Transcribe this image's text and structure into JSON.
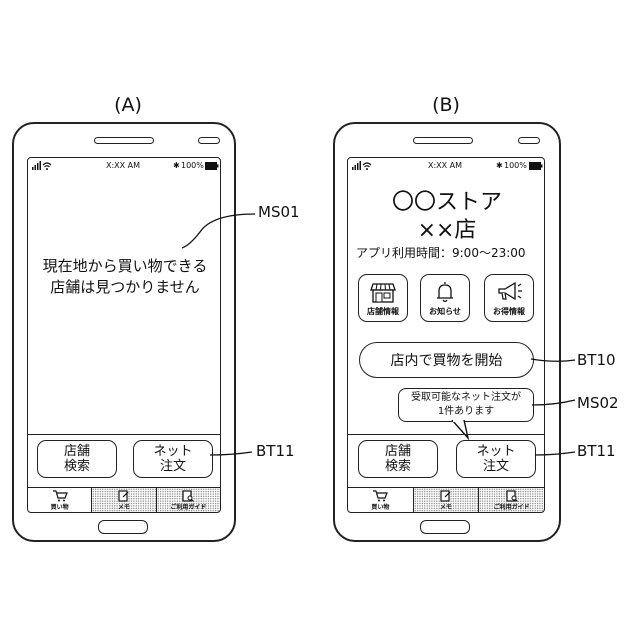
{
  "panel_a": {
    "label": "(A)",
    "status": {
      "time": "X:XX AM",
      "battery": "100%"
    },
    "message": [
      "現在地から買い物できる",
      "店舗は見つかりません"
    ],
    "buttons": {
      "store_search": [
        "店舗",
        "検索"
      ],
      "net_order": [
        "ネット",
        "注文"
      ]
    },
    "tabs": [
      "買い物",
      "メモ",
      "ご利用ガイド"
    ]
  },
  "panel_b": {
    "label": "(B)",
    "status": {
      "time": "X:XX AM",
      "battery": "100%"
    },
    "store_name": [
      "〇〇ストア",
      "××店"
    ],
    "hours": "アプリ利用時間：9:00〜23:00",
    "icon_buttons": [
      "店舗情報",
      "お知らせ",
      "お得情報"
    ],
    "start_button": "店内で買物を開始",
    "bubble": [
      "受取可能なネット注文が",
      "1件あります"
    ],
    "buttons": {
      "store_search": [
        "店舗",
        "検索"
      ],
      "net_order": [
        "ネット",
        "注文"
      ]
    },
    "tabs": [
      "買い物",
      "メモ",
      "ご利用ガイド"
    ]
  },
  "callouts": {
    "ms01": "MS01",
    "bt11_a": "BT11",
    "bt10": "BT10",
    "ms02": "MS02",
    "bt11_b": "BT11"
  }
}
